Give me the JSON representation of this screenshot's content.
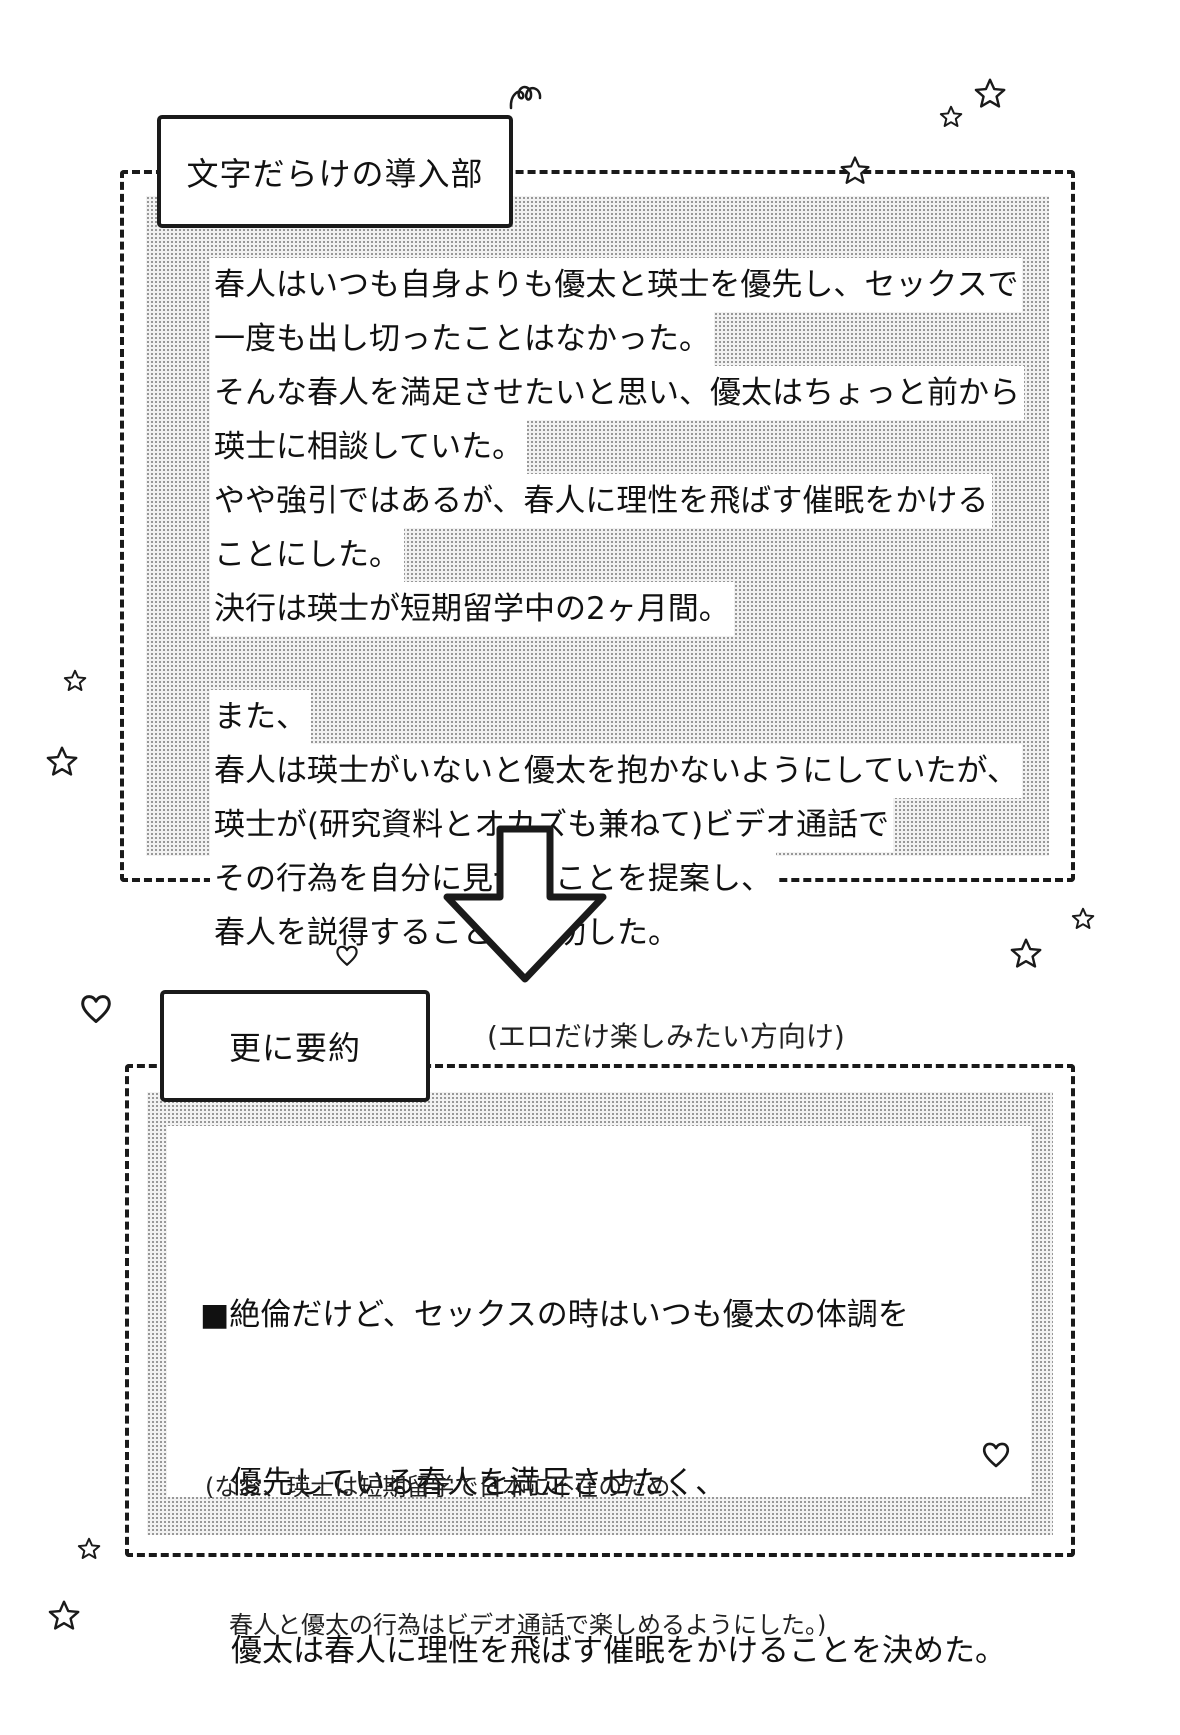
{
  "intro": {
    "label": "文字だらけの導入部",
    "lines": [
      "春人はいつも自身よりも優太と瑛士を優先し、セックスで",
      "一度も出し切ったことはなかった。",
      "そんな春人を満足させたいと思い、優太はちょっと前から",
      "瑛士に相談していた。",
      "やや強引ではあるが、春人に理性を飛ばす催眠をかける",
      "ことにした。",
      "決行は瑛士が短期留学中の2ヶ月間。",
      "",
      "また、",
      "春人は瑛士がいないと優太を抱かないようにしていたが、",
      "瑛士が(研究資料とオカズも兼ねて)ビデオ通話で",
      "その行為を自分に見せることを提案し、",
      "春人を説得することに成功した。"
    ]
  },
  "summary": {
    "label": "更に要約",
    "note": "(エロだけ楽しみたい方向け)",
    "main_lines": [
      "■絶倫だけど、セックスの時はいつも優太の体調を",
      "　優先している春人を満足させたく、",
      "　優太は春人に理性を飛ばす催眠をかけることを決めた。"
    ],
    "foot_lines": [
      "(なお、瑛士は短期留学で日本に不在のため、",
      "　春人と優太の行為はビデオ通話で楽しめるようにした。)"
    ]
  },
  "icons": {
    "arrow": "down-arrow-icon",
    "star": "star-icon",
    "heart": "heart-icon",
    "swirl": "swirl-icon"
  }
}
